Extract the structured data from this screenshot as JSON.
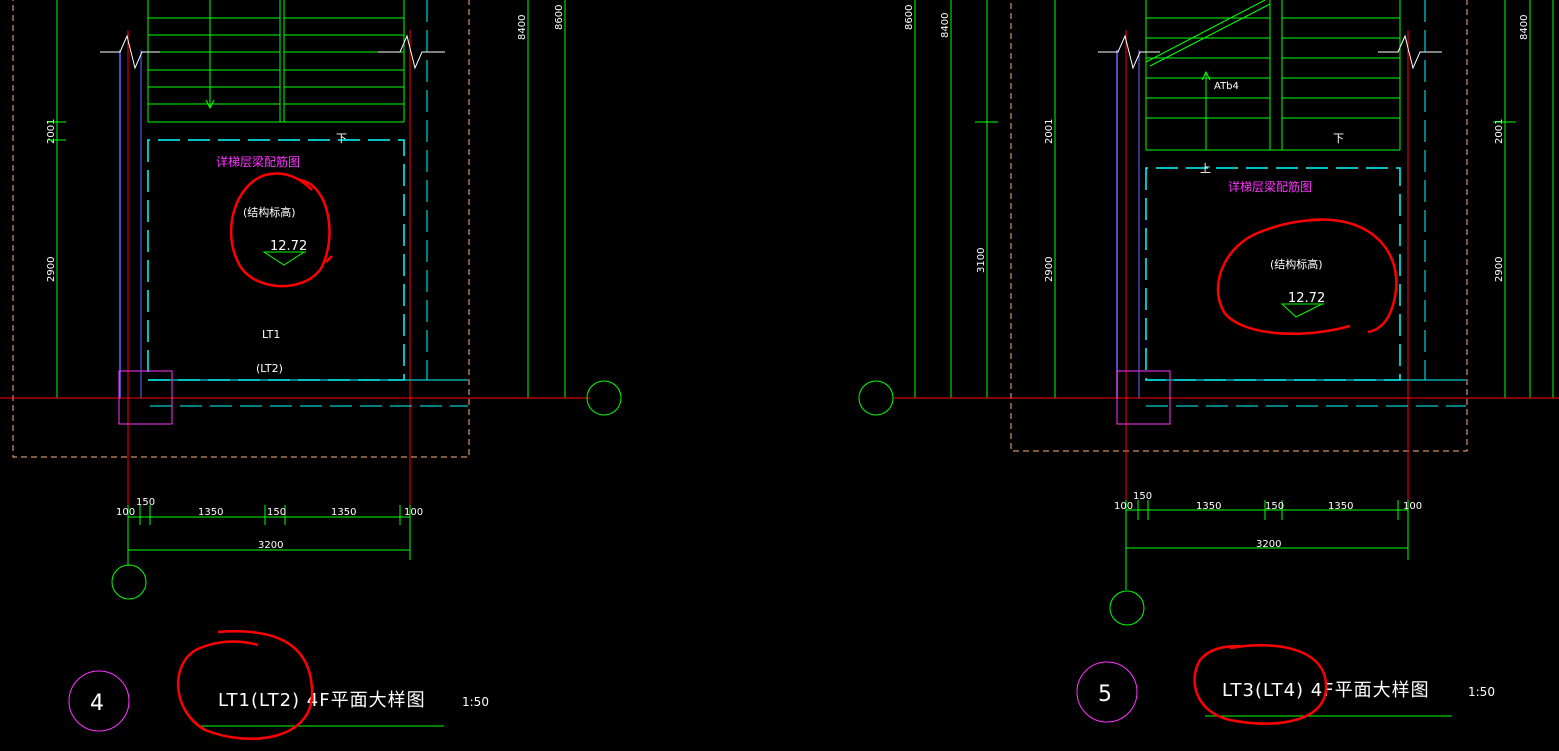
{
  "left_plan": {
    "header_label": "详梯层梁配筋图",
    "elevation_note": "(结构标高)",
    "elevation_value": "12.72",
    "stair_label": "LT1",
    "stair_label_alt": "(LT2)",
    "vertical_dims": [
      "2001",
      "2900",
      "8400",
      "8600"
    ],
    "horizontal_dims_top": [
      "100",
      "150",
      "1350",
      "150",
      "1350",
      "100"
    ],
    "horizontal_dim_total": "3200",
    "detail_number": "4",
    "title": "LT1(LT2) 4F平面大样图",
    "scale": "1:50",
    "stair_dir_mark": "下"
  },
  "right_plan": {
    "header_label": "详梯层梁配筋图",
    "elevation_note": "(结构标高)",
    "elevation_value": "12.72",
    "flight_label": "ATb4",
    "vertical_dims": [
      "8600",
      "8400",
      "2001",
      "3100",
      "2900",
      "2001",
      "2900",
      "8400"
    ],
    "horizontal_dims_top": [
      "100",
      "150",
      "1350",
      "150",
      "1350",
      "100"
    ],
    "horizontal_dim_total": "3200",
    "detail_number": "5",
    "title": "LT3(LT4) 4F平面大样图",
    "scale": "1:50",
    "stair_dir_mark_down": "下",
    "stair_dir_mark_up": "上"
  },
  "colors": {
    "background": "#000000",
    "stair_lines": "#00ff00",
    "beam_dashed": "#00ffff",
    "wall_dashed": "#ffb380",
    "axis_line": "#ff0000",
    "column": "#ff33ff",
    "annotation_circle": "#ff0000"
  }
}
